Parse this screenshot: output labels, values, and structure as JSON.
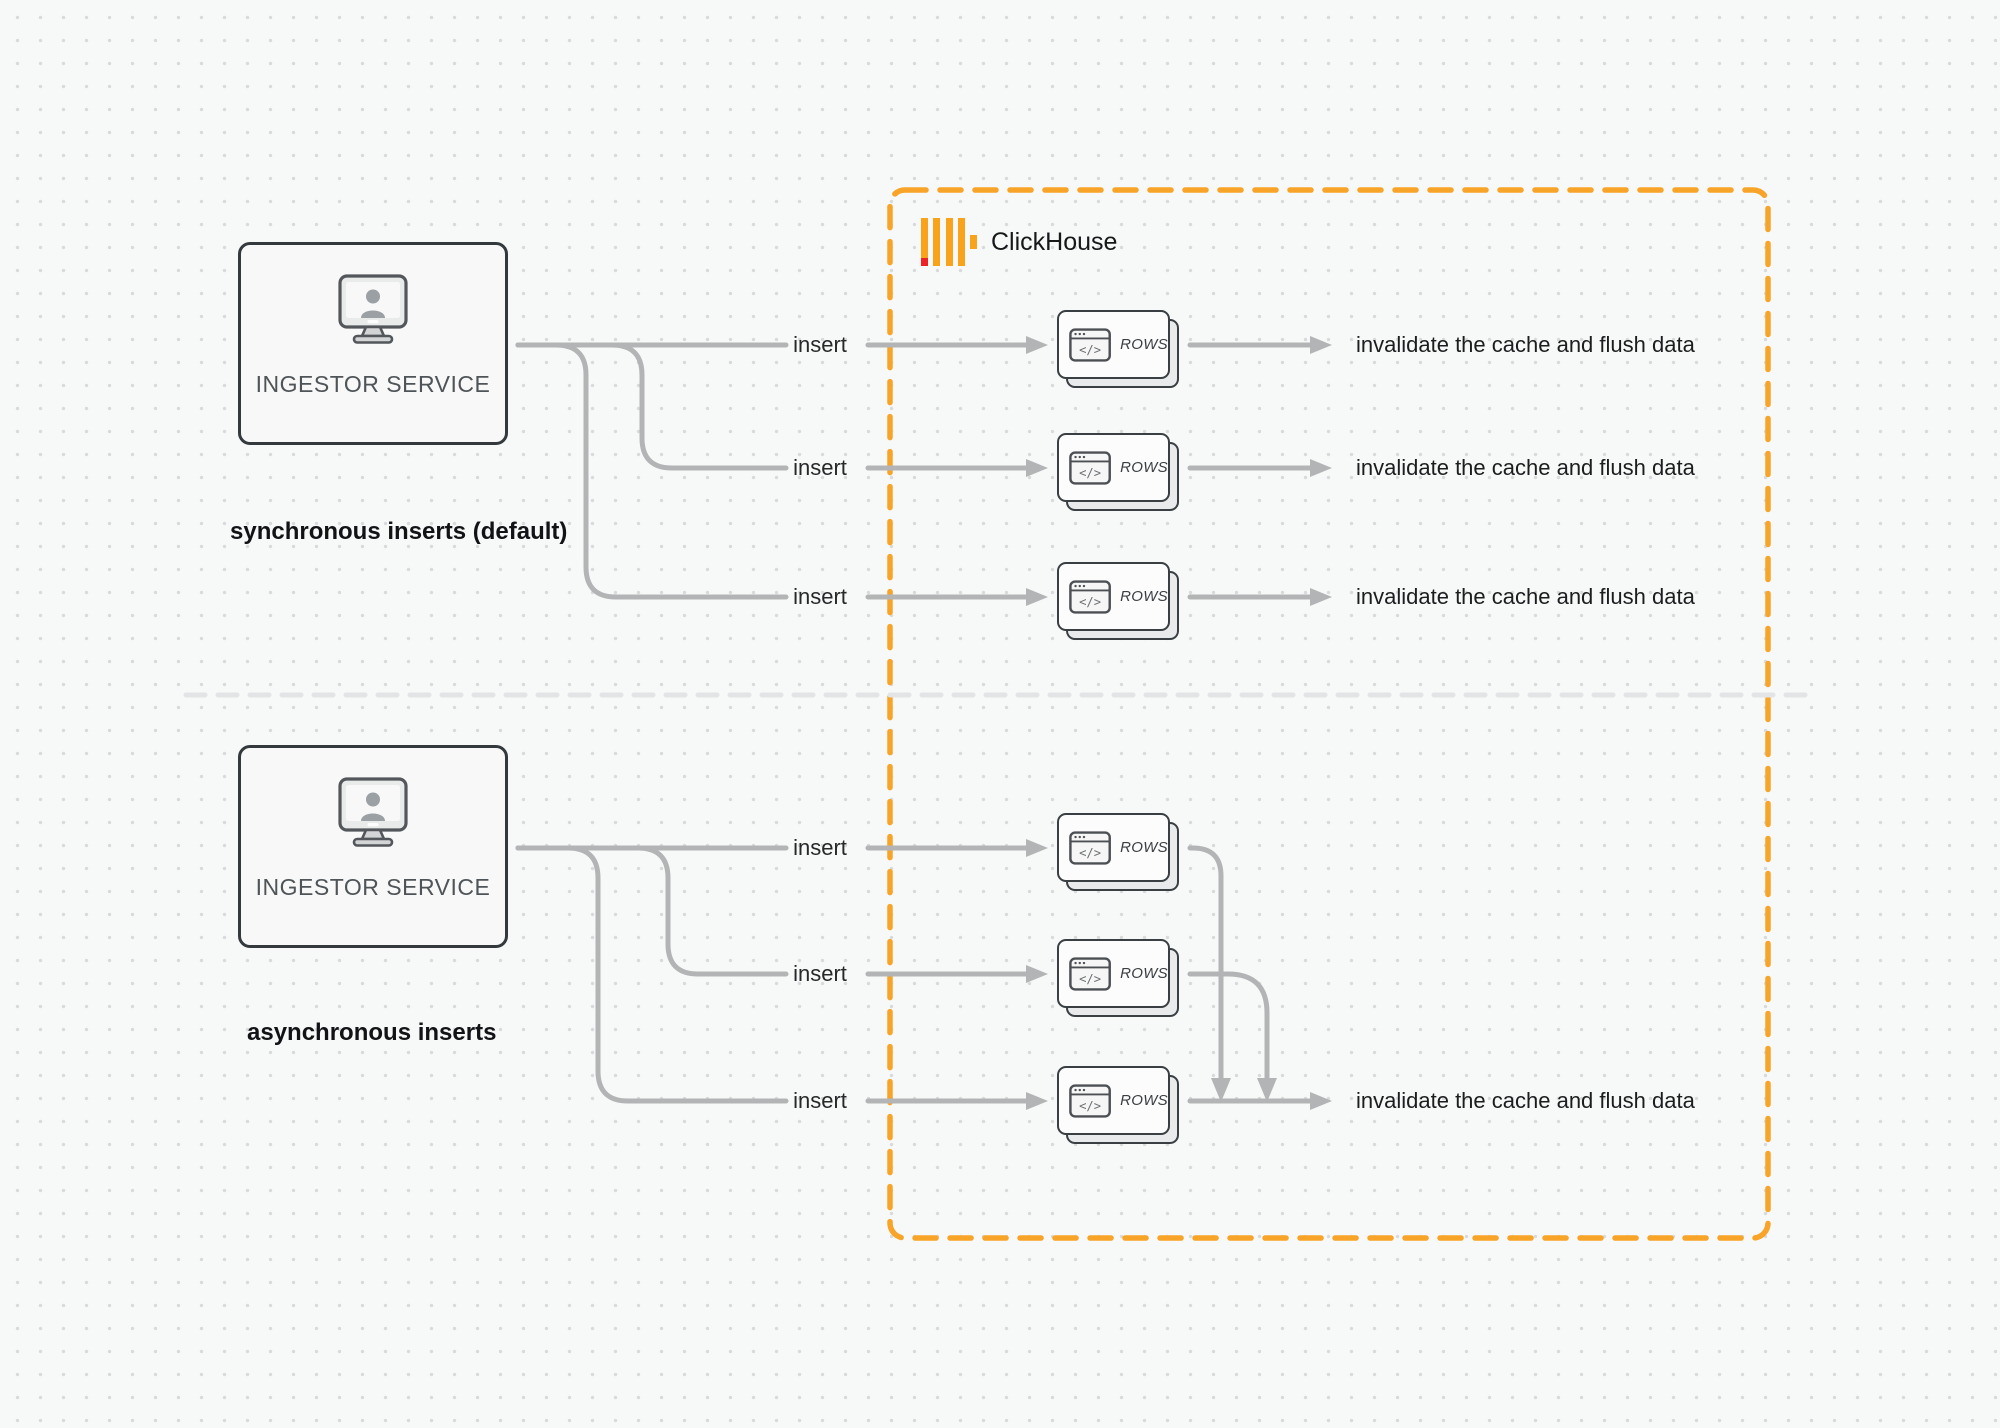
{
  "palette": {
    "background": "#f7f8f8",
    "dot": "#d9dadc",
    "accent_orange": "#f7a428",
    "logo_amber": "#f9a21b",
    "logo_red": "#ed2224",
    "connector_gray": "#b3b4b5",
    "dark_border": "#34393d",
    "divider_gray": "#e3e4e5"
  },
  "clickhouse": {
    "label": "ClickHouse"
  },
  "glyphs": {
    "code": "</>"
  },
  "sync_section": {
    "caption": "synchronous inserts (default)",
    "ingestor_label": "INGESTOR SERVICE",
    "rows": [
      {
        "insert_label": "insert",
        "card_label": "ROWS",
        "result_label": "invalidate the cache and flush data"
      },
      {
        "insert_label": "insert",
        "card_label": "ROWS",
        "result_label": "invalidate the cache and flush data"
      },
      {
        "insert_label": "insert",
        "card_label": "ROWS",
        "result_label": "invalidate the cache and flush data"
      }
    ]
  },
  "async_section": {
    "caption": "asynchronous inserts",
    "ingestor_label": "INGESTOR SERVICE",
    "rows": [
      {
        "insert_label": "insert",
        "card_label": "ROWS"
      },
      {
        "insert_label": "insert",
        "card_label": "ROWS"
      },
      {
        "insert_label": "insert",
        "card_label": "ROWS"
      }
    ],
    "result_label": "invalidate the cache and flush data"
  }
}
